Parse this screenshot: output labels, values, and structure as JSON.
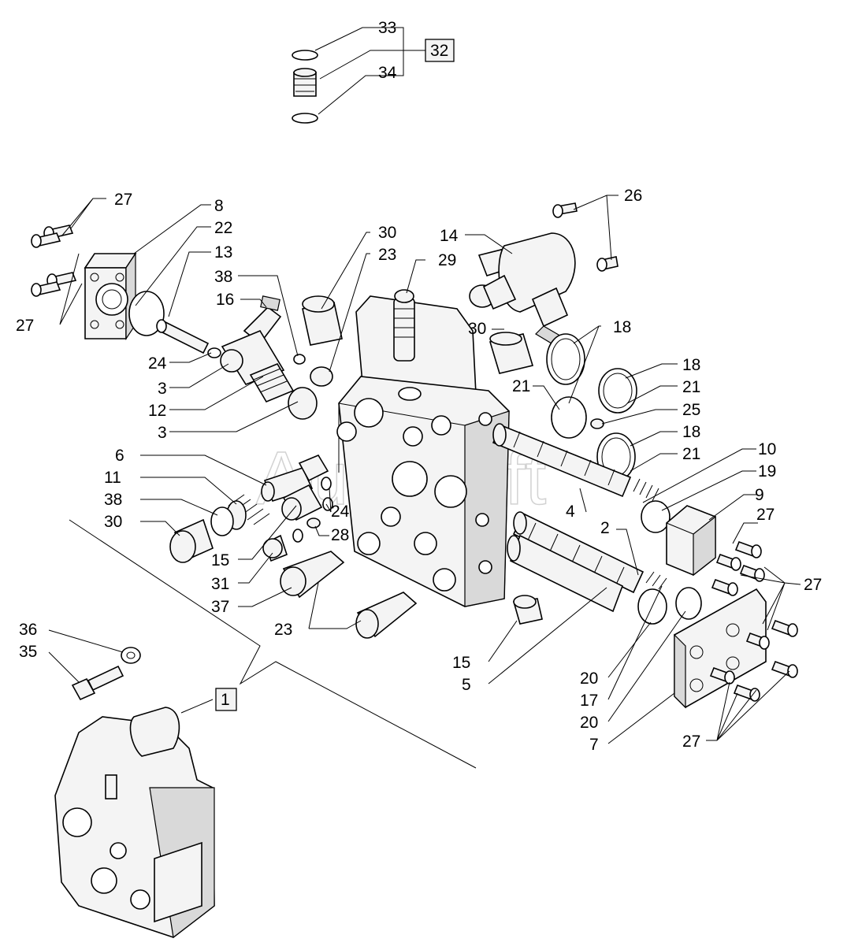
{
  "watermark": "AutoSoft",
  "callouts": {
    "c33": "33",
    "c32": "32",
    "c34": "34",
    "c27a": "27",
    "c27b": "27",
    "c27c": "27",
    "c27d": "27",
    "c27e": "27",
    "c8": "8",
    "c22": "22",
    "c13": "13",
    "c38a": "38",
    "c16": "16",
    "c30a": "30",
    "c23a": "23",
    "c29": "29",
    "c14": "14",
    "c26": "26",
    "c30b": "30",
    "c18a": "18",
    "c21a": "21",
    "c18b": "18",
    "c21b": "21",
    "c25": "25",
    "c18c": "18",
    "c21c": "21",
    "c10": "10",
    "c19": "19",
    "c9": "9",
    "c24a": "24",
    "c3a": "3",
    "c12": "12",
    "c3b": "3",
    "c6": "6",
    "c11": "11",
    "c38b": "38",
    "c30c": "30",
    "c24b": "24",
    "c28": "28",
    "c4": "4",
    "c2": "2",
    "c15a": "15",
    "c31": "31",
    "c37": "37",
    "c23b": "23",
    "c15b": "15",
    "c5": "5",
    "c36": "36",
    "c35": "35",
    "c1": "1",
    "c20a": "20",
    "c17": "17",
    "c20b": "20",
    "c7": "7"
  }
}
